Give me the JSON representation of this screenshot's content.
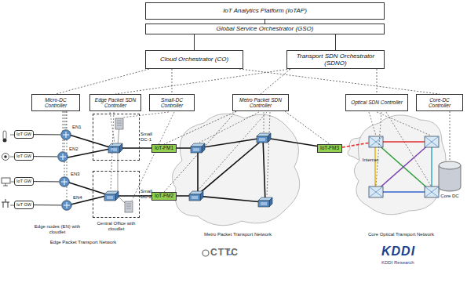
{
  "diagram": {
    "nodes": [
      {
        "text": [
          "IoT Analytics Platform (IoTAP)"
        ]
      },
      {
        "text": [
          "Global Service Orchestrator (GSO)"
        ]
      },
      {
        "text": [
          "Cloud Orchestrator (CO)"
        ]
      },
      {
        "text": [
          "Transport SDN Orchestrator (SDNO)"
        ]
      },
      {
        "text": [
          "Micro-DC Controller"
        ]
      },
      {
        "text": [
          "Edge Packet SDN Controller"
        ]
      },
      {
        "text": [
          "Small-DC Controller"
        ]
      },
      {
        "text": [
          "Metro Packet SDN Controller"
        ]
      },
      {
        "text": [
          "Optical SDN Controller"
        ]
      },
      {
        "text": [
          "Core-DC Controller"
        ]
      },
      {
        "text": [
          "IoT GW"
        ]
      },
      {
        "text": [
          "IoT GW"
        ]
      },
      {
        "text": [
          "IoT GW"
        ]
      },
      {
        "text": [
          "IoT GW"
        ]
      },
      {
        "text": [
          "EN1"
        ]
      },
      {
        "text": [
          "EN2"
        ]
      },
      {
        "text": [
          "EN3"
        ]
      },
      {
        "text": [
          "EN4"
        ]
      },
      {
        "text": [
          "Small DC-1"
        ]
      },
      {
        "text": [
          "Small DC-2"
        ]
      },
      {
        "text": [
          "IoT-FM1"
        ]
      },
      {
        "text": [
          "IoT-FM2"
        ]
      },
      {
        "text": [
          "IoT-FM3"
        ]
      },
      {
        "text": [
          "Core DC"
        ]
      }
    ],
    "edges": [
      {
        "from": 0,
        "to": 1,
        "arrow": "none"
      },
      {
        "from": 1,
        "to": 2,
        "arrow": "none"
      },
      {
        "from": 1,
        "to": 3,
        "arrow": "none"
      },
      {
        "from": 2,
        "to": 4,
        "arrow": "none"
      },
      {
        "from": 2,
        "to": 6,
        "arrow": "none"
      },
      {
        "from": 2,
        "to": 9,
        "arrow": "none"
      },
      {
        "from": 3,
        "to": 5,
        "arrow": "none"
      },
      {
        "from": 3,
        "to": 7,
        "arrow": "none"
      },
      {
        "from": 3,
        "to": 8,
        "arrow": "none"
      },
      {
        "from": 4,
        "to": 14,
        "arrow": "none"
      },
      {
        "from": 4,
        "to": 15,
        "arrow": "none"
      },
      {
        "from": 4,
        "to": 16,
        "arrow": "none"
      },
      {
        "from": 4,
        "to": 17,
        "arrow": "none"
      },
      {
        "from": 7,
        "to": 20,
        "arrow": "none"
      },
      {
        "from": 7,
        "to": 21,
        "arrow": "none"
      },
      {
        "from": 7,
        "to": 22,
        "arrow": "none"
      },
      {
        "from": 9,
        "to": 23,
        "arrow": "none"
      },
      {
        "from": 10,
        "to": 14,
        "arrow": "none"
      },
      {
        "from": 11,
        "to": 15,
        "arrow": "none"
      },
      {
        "from": 12,
        "to": 16,
        "arrow": "none"
      },
      {
        "from": 13,
        "to": 17,
        "arrow": "none"
      }
    ],
    "labels": [
      "Edge nodes (EN) with cloudlet",
      "Central Office with cloudlet",
      "Edge Packet Transport Network",
      "Metro Packet Transport Network",
      "Internet",
      "Core Optical Transport Network",
      "CTTC",
      "KDDI",
      "KDDI Research"
    ]
  }
}
